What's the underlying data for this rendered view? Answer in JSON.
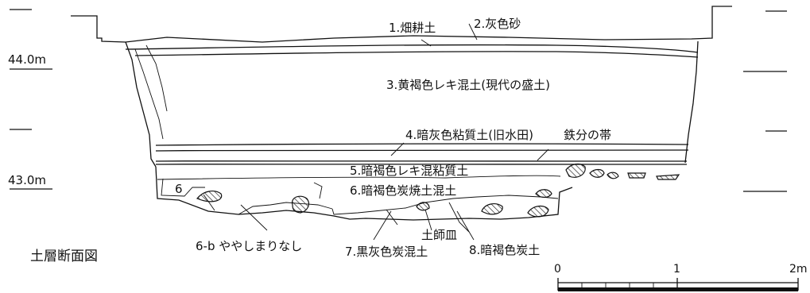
{
  "title": "土層断面図",
  "elevations": [
    "44.0m",
    "43.0m"
  ],
  "layers": [
    {
      "num": "1",
      "label": "1.畑耕土"
    },
    {
      "num": "2",
      "label": "2.灰色砂"
    },
    {
      "num": "3",
      "label": "3.黄褐色レキ混土(現代の盛土)"
    },
    {
      "num": "4",
      "label": "4.暗灰色粘質土(旧水田)"
    },
    {
      "num": "5",
      "label": "5.暗褐色レキ混粘質土"
    },
    {
      "num": "6",
      "label": "6.暗褐色炭焼土混土"
    },
    {
      "num": "7",
      "label": "7.黒灰色炭混土"
    },
    {
      "num": "8",
      "label": "8.暗褐色炭土"
    }
  ],
  "annotations": {
    "iron_band": "鉄分の帯",
    "pottery": "土師皿",
    "layer6_short": "6",
    "layer6b": "6-b ややしまりなし"
  },
  "scale": {
    "ticks": [
      "0",
      "1",
      "2m"
    ]
  }
}
